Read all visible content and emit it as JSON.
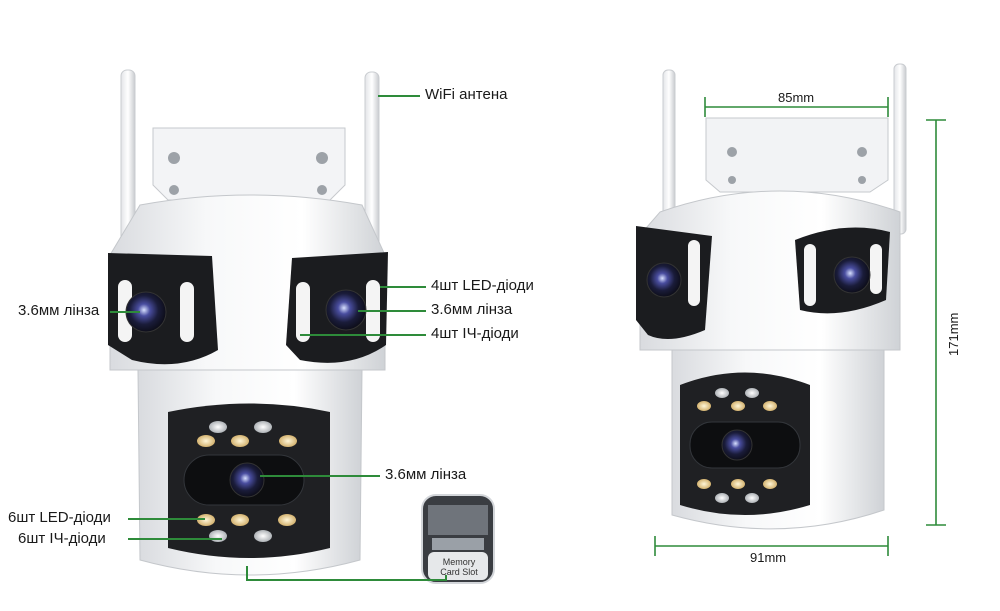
{
  "colors": {
    "accent": "#2e8b3a",
    "body": "#f1f2f4",
    "dark": "#1b1c1f"
  },
  "left_camera": {
    "callouts": {
      "antenna": "WiFi антена",
      "left_lens": "3.6мм лінза",
      "right_led": "4шт LED-діоди",
      "right_lens": "3.6мм лінза",
      "right_ir": "4шт ІЧ-діоди",
      "bottom_lens": "3.6мм лінза",
      "bottom_led": "6шт LED-діоди",
      "bottom_ir": "6шт ІЧ-діоди"
    },
    "memory_card": {
      "line1": "Memory",
      "line2": "Card Slot"
    }
  },
  "right_camera": {
    "dim_top": "85mm",
    "dim_bottom": "91mm",
    "dim_height": "171mm"
  }
}
